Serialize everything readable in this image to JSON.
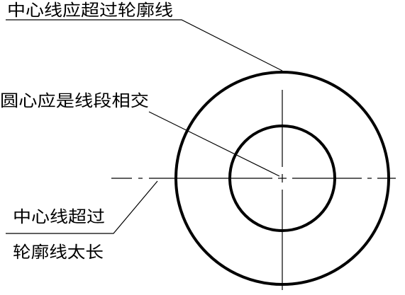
{
  "labels": {
    "centerline_exceeds_outline": "中心线应超过轮廓线",
    "circle_center_segments_intersect": "圆心应是线段相交",
    "centerline_too_long_line1": "中心线超过",
    "centerline_too_long_line2": "轮廓线太长"
  },
  "colors": {
    "ink": "#000000",
    "background": "#ffffff"
  }
}
